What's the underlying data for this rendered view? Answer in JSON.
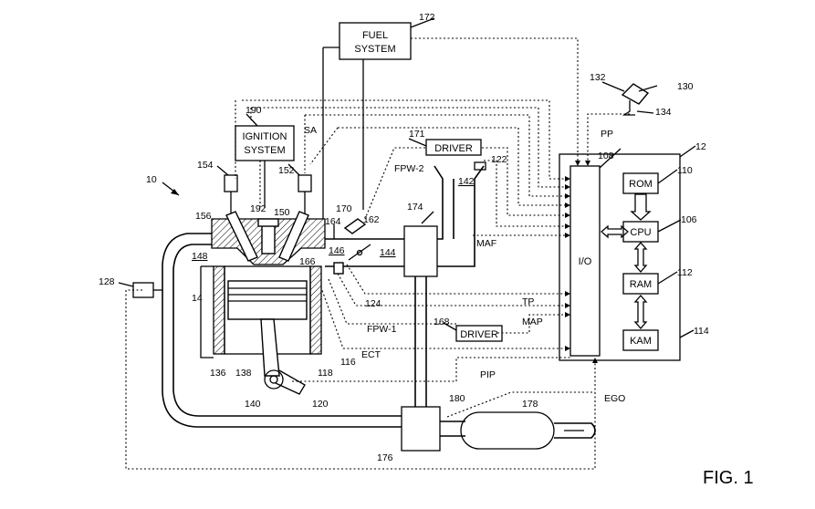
{
  "figure_label": "FIG. 1",
  "boxes": {
    "fuel_system": {
      "line1": "FUEL",
      "line2": "SYSTEM",
      "ref": "172"
    },
    "ignition_system": {
      "line1": "IGNITION",
      "line2": "SYSTEM",
      "ref": "190"
    },
    "driver_upper": {
      "label": "DRIVER",
      "ref": "171"
    },
    "driver_lower": {
      "label": "DRIVER",
      "ref": "168"
    },
    "io": {
      "label": "I/O",
      "ref": "108"
    },
    "rom": {
      "label": "ROM",
      "ref": "110"
    },
    "cpu": {
      "label": "CPU",
      "ref": "106"
    },
    "ram": {
      "label": "RAM",
      "ref": "112"
    },
    "kam": {
      "label": "KAM",
      "ref": "114"
    },
    "controller_ref": "12"
  },
  "signals": {
    "sa": "SA",
    "pp": "PP",
    "fpw2": "FPW-2",
    "fpw1": "FPW-1",
    "maf": "MAF",
    "tp": "TP",
    "map": "MAP",
    "ect": "ECT",
    "pip": "PIP",
    "ego": "EGO"
  },
  "refs": {
    "r10": "10",
    "r14": "14",
    "r116": "116",
    "r118": "118",
    "r120": "120",
    "r122": "122",
    "r124": "124",
    "r128": "128",
    "r130": "130",
    "r132": "132",
    "r134": "134",
    "r136": "136",
    "r138": "138",
    "r140": "140",
    "r142": "142",
    "r144": "144",
    "r146": "146",
    "r148": "148",
    "r150": "150",
    "r152": "152",
    "r154": "154",
    "r156": "156",
    "r162": "162",
    "r164": "164",
    "r166": "166",
    "r170": "170",
    "r174": "174",
    "r176": "176",
    "r178": "178",
    "r180": "180",
    "r192": "192"
  }
}
